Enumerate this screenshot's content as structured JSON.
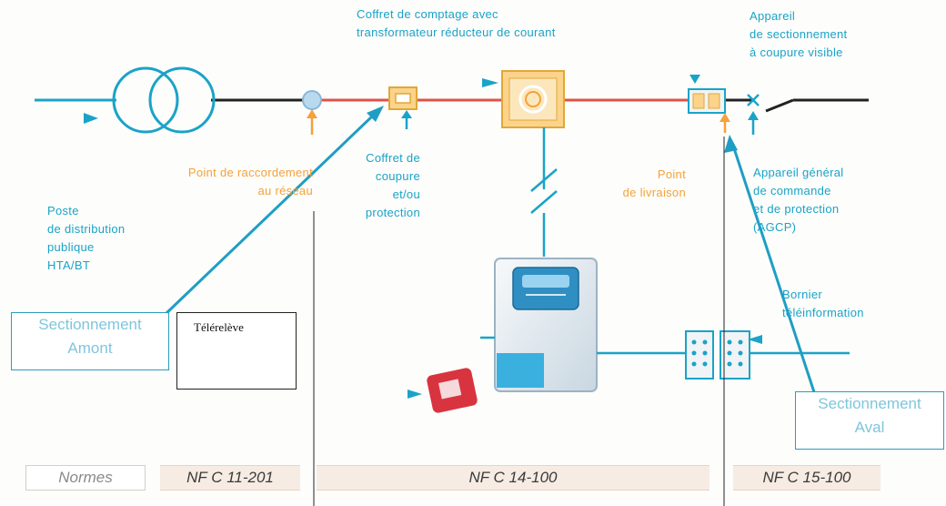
{
  "labels": {
    "coffret_comptage": "Coffret de comptage avec\ntransformateur réducteur de courant",
    "appareil_sectionnement": "Appareil\nde sectionnement\nà coupure visible",
    "point_raccordement": "Point de raccordement\nau réseau",
    "coffret_coupure": "Coffret de\ncoupure\net/ou\nprotection",
    "point_livraison": "Point\nde livraison",
    "appareil_general": "Appareil général\nde commande\net de protection\n(AGCP)",
    "poste_distribution": "Poste\nde distribution\npublique\nHTA/BT",
    "bornier": "Bornier\ntéléinformation"
  },
  "boxes": {
    "sectionnement_amont": "Sectionnement\nAmont",
    "telereleve": "Télérelève",
    "sectionnement_aval": "Sectionnement\nAval"
  },
  "norms": {
    "normes": "Normes",
    "nfc11": "NF C 11-201",
    "nfc14": "NF C 14-100",
    "nfc15": "NF C 15-100"
  },
  "colors": {
    "network_line": "#e0524a",
    "accent_blue": "#1aa3c8",
    "accent_orange": "#f3a23c",
    "norm_band": "#f6ece3"
  }
}
